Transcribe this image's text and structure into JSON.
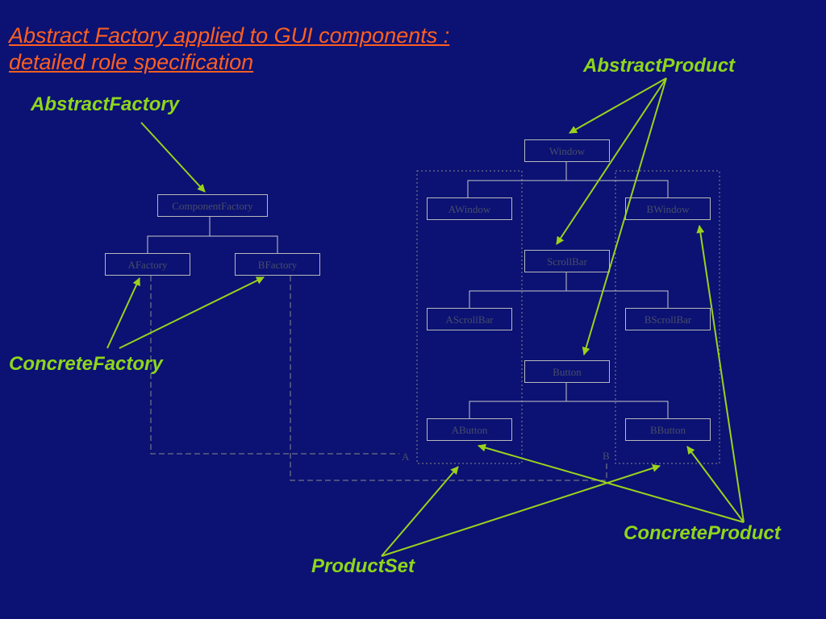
{
  "title": {
    "line1": "Abstract Factory applied to GUI components :",
    "line2": "detailed role specification"
  },
  "roles": {
    "abstract_factory": "AbstractFactory",
    "abstract_product": "AbstractProduct",
    "concrete_factory": "ConcreteFactory",
    "concrete_product": "ConcreteProduct",
    "product_set": "ProductSet"
  },
  "classes": {
    "component_factory": "ComponentFactory",
    "a_factory": "AFactory",
    "b_factory": "BFactory",
    "window": "Window",
    "a_window": "AWindow",
    "b_window": "BWindow",
    "scroll_bar": "ScrollBar",
    "a_scroll_bar": "AScrollBar",
    "b_scroll_bar": "BScrollBar",
    "button": "Button",
    "a_button": "AButton",
    "b_button": "BButton"
  },
  "product_sets": {
    "a": "A",
    "b": "B"
  },
  "colors": {
    "background": "#0b1273",
    "title": "#ff5f1f",
    "role_label": "#8fd61a",
    "arrow": "#9ad21c",
    "box_border": "#b9b9b9",
    "box_text": "#4a4d6a"
  }
}
